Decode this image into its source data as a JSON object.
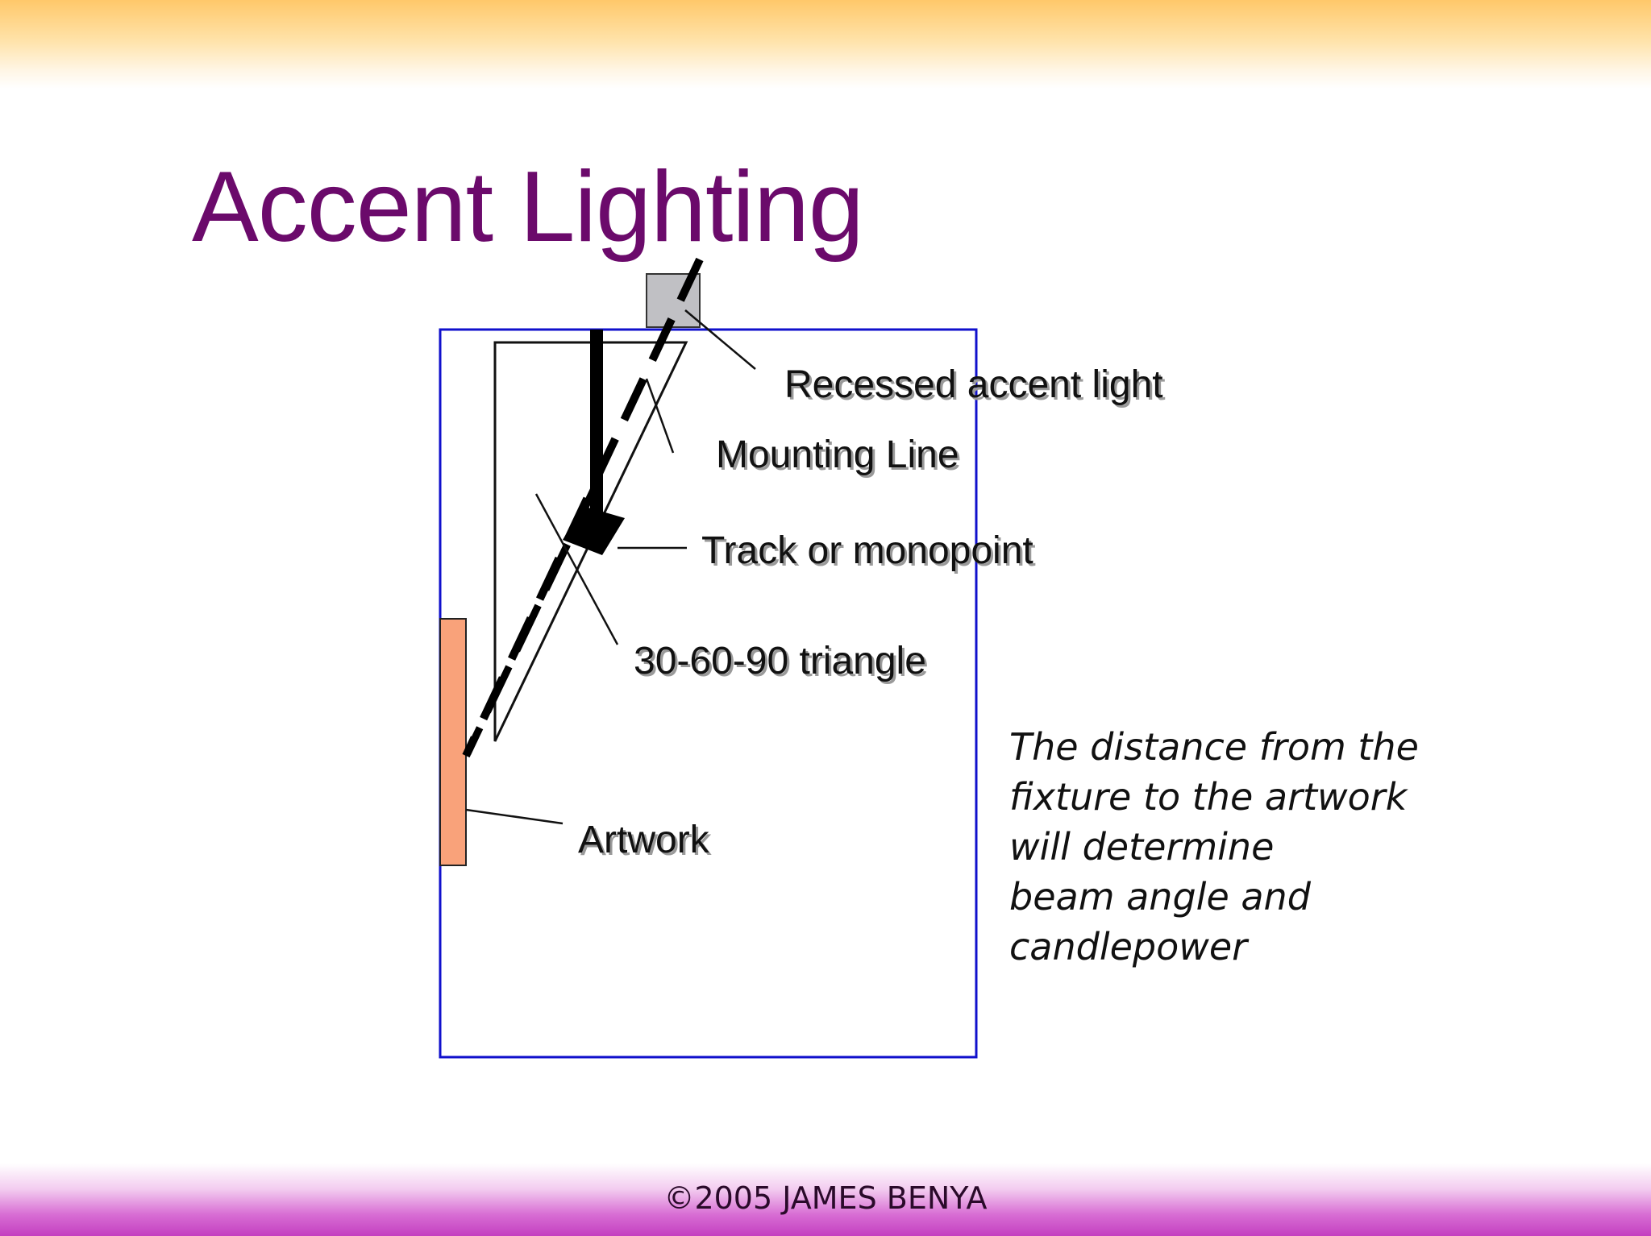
{
  "slide": {
    "title": "Accent Lighting",
    "footer": "©2005 JAMES BENYA"
  },
  "diagram": {
    "labels": {
      "recessed_accent_light": "Recessed accent light",
      "mounting_line": "Mounting Line",
      "track_or_monopoint": "Track or monopoint",
      "triangle": "30-60-90 triangle",
      "artwork": "Artwork"
    },
    "colors": {
      "room_outline": "#1010cc",
      "artwork_fill": "#f9a27a",
      "fixture_fill": "#c0c0c4",
      "title": "#6b0a6b"
    }
  },
  "note": {
    "lines": [
      "The distance from the",
      "fixture to the artwork",
      "will determine",
      "beam angle and",
      "candlepower"
    ]
  }
}
